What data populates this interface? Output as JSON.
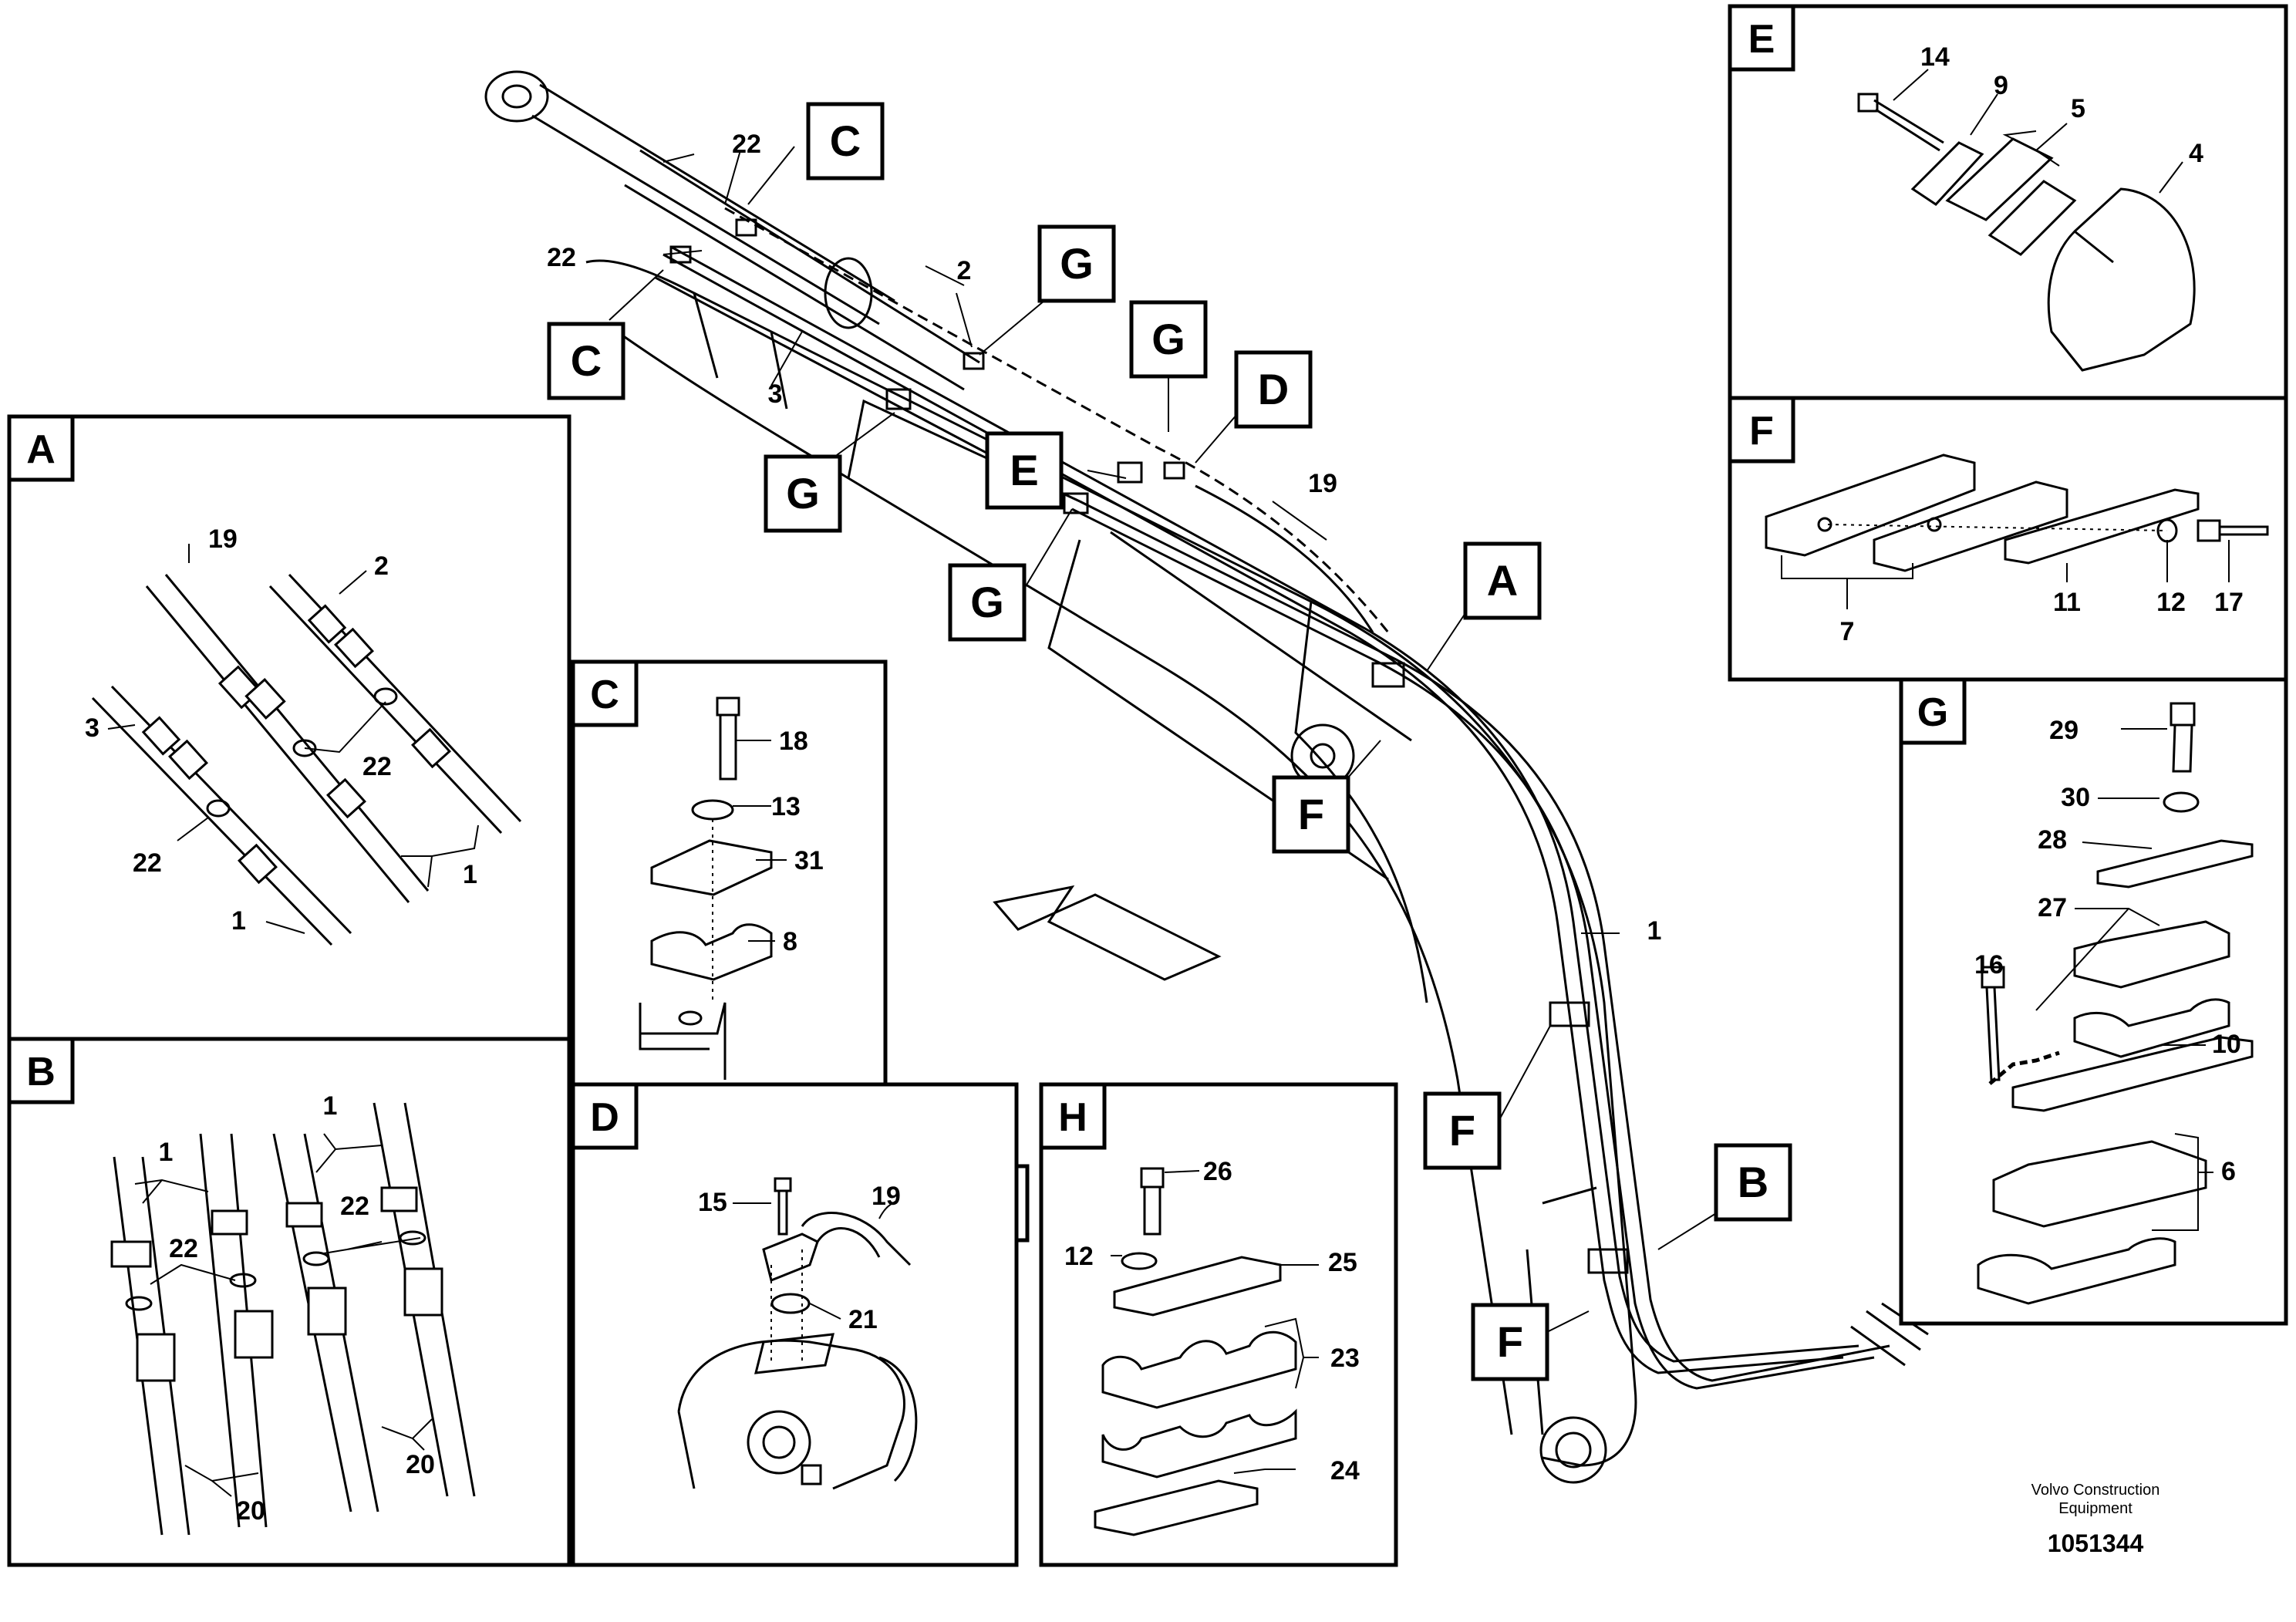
{
  "callouts": {
    "A": "A",
    "B": "B",
    "C": "C",
    "D": "D",
    "E": "E",
    "F": "F",
    "G": "G",
    "H": "H"
  },
  "parts": {
    "p1": "1",
    "p2": "2",
    "p3": "3",
    "p4": "4",
    "p5": "5",
    "p6": "6",
    "p7": "7",
    "p8": "8",
    "p9": "9",
    "p10": "10",
    "p11": "11",
    "p12": "12",
    "p13": "13",
    "p14": "14",
    "p15": "15",
    "p16": "16",
    "p17": "17",
    "p18": "18",
    "p19": "19",
    "p20": "20",
    "p21": "21",
    "p22": "22",
    "p23": "23",
    "p24": "24",
    "p25": "25",
    "p26": "26",
    "p27": "27",
    "p28": "28",
    "p29": "29",
    "p30": "30",
    "p31": "31"
  },
  "credit": {
    "line1": "Volvo Construction",
    "line2": "Equipment"
  },
  "document_number": "1051344"
}
